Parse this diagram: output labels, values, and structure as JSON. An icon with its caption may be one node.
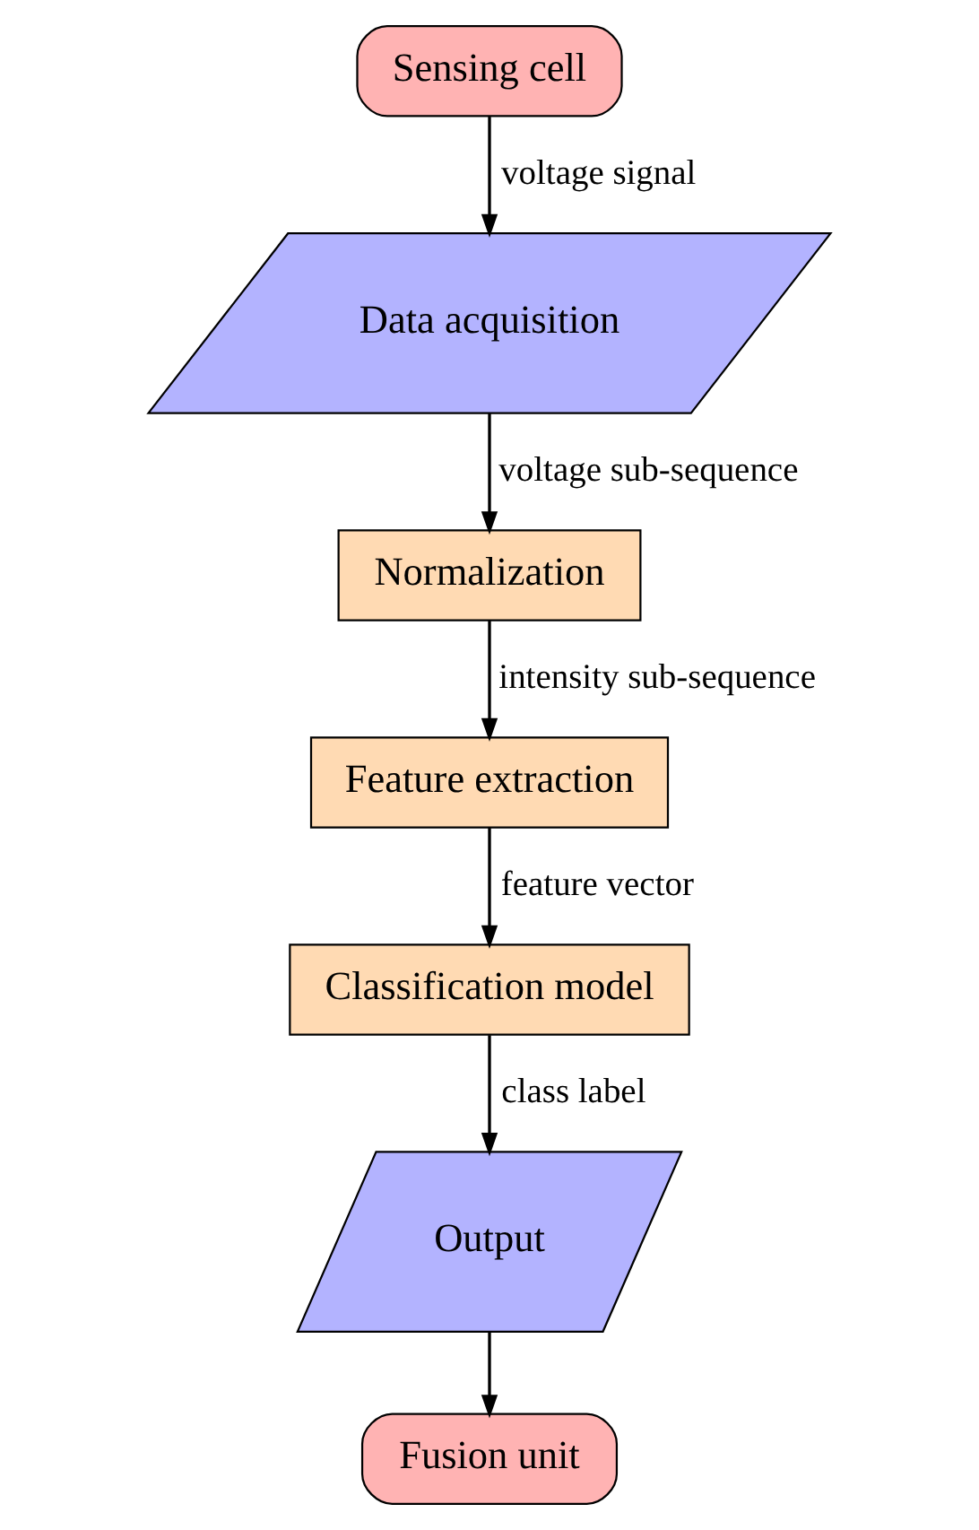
{
  "diagram": {
    "nodes": [
      {
        "text": [
          "Sensing cell"
        ]
      },
      {
        "text": [
          "Data acquisition"
        ]
      },
      {
        "text": [
          "Normalization"
        ]
      },
      {
        "text": [
          "Feature extraction"
        ]
      },
      {
        "text": [
          "Classification model"
        ]
      },
      {
        "text": [
          "Output"
        ]
      },
      {
        "text": [
          "Fusion unit"
        ]
      }
    ],
    "edges": [
      {
        "from": 0,
        "to": 1,
        "arrow": "to",
        "label": "voltage signal"
      },
      {
        "from": 1,
        "to": 2,
        "arrow": "to",
        "label": "voltage sub-sequence"
      },
      {
        "from": 2,
        "to": 3,
        "arrow": "to",
        "label": "intensity sub-sequence"
      },
      {
        "from": 3,
        "to": 4,
        "arrow": "to",
        "label": "feature vector"
      },
      {
        "from": 4,
        "to": 5,
        "arrow": "to",
        "label": "class label"
      },
      {
        "from": 5,
        "to": 6,
        "arrow": "to"
      }
    ]
  }
}
